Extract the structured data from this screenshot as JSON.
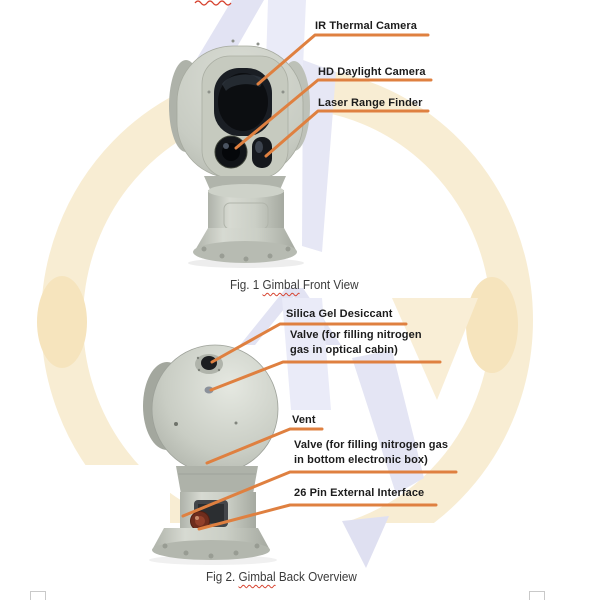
{
  "document": {
    "background_color": "#ffffff",
    "leader_line_color": "#df8040",
    "label_text_color": "#1c1c1c",
    "caption_text_color": "#3b3b3b",
    "spellcheck_squiggle_color": "#d6402c",
    "watermark_ring_color": "#f8edd3",
    "watermark_letter_color": "#e6e7f5"
  },
  "figures": [
    {
      "caption": {
        "prefix": "Fig. 1 ",
        "misspelled_word": "Gimbal",
        "suffix": " Front View"
      },
      "labels": [
        {
          "lines": [
            "IR Thermal Camera"
          ]
        },
        {
          "lines": [
            "HD Daylight Camera"
          ]
        },
        {
          "lines": [
            "Laser Range Finder"
          ]
        }
      ]
    },
    {
      "caption": {
        "prefix": "Fig 2. ",
        "misspelled_word": "Gimbal",
        "suffix": " Back Overview"
      },
      "labels": [
        {
          "lines": [
            "Silica Gel Desiccant"
          ]
        },
        {
          "lines": [
            "Valve (for filling nitrogen",
            "gas in optical cabin)"
          ]
        },
        {
          "lines": [
            "Vent"
          ]
        },
        {
          "lines": [
            "Valve (for filling nitrogen gas",
            "in bottom electronic box)"
          ]
        },
        {
          "lines": [
            "26 Pin External Interface"
          ]
        }
      ]
    }
  ]
}
